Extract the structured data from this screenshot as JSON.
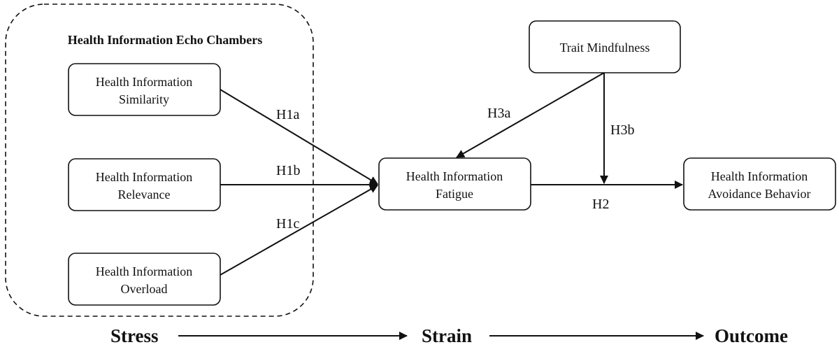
{
  "group": {
    "title": "Health Information Echo Chambers"
  },
  "nodes": {
    "similarity": {
      "line1": "Health Information",
      "line2": "Similarity"
    },
    "relevance": {
      "line1": "Health Information",
      "line2": "Relevance"
    },
    "overload": {
      "line1": "Health Information",
      "line2": "Overload"
    },
    "fatigue": {
      "line1": "Health Information",
      "line2": "Fatigue"
    },
    "mindfulness": {
      "line1": "Trait Mindfulness"
    },
    "avoidance": {
      "line1": "Health Information",
      "line2": "Avoidance Behavior"
    }
  },
  "hypotheses": {
    "h1a": "H1a",
    "h1b": "H1b",
    "h1c": "H1c",
    "h2": "H2",
    "h3a": "H3a",
    "h3b": "H3b"
  },
  "stages": {
    "stress": "Stress",
    "strain": "Strain",
    "outcome": "Outcome"
  },
  "colors": {
    "ink": "#111111",
    "background": "#ffffff"
  }
}
